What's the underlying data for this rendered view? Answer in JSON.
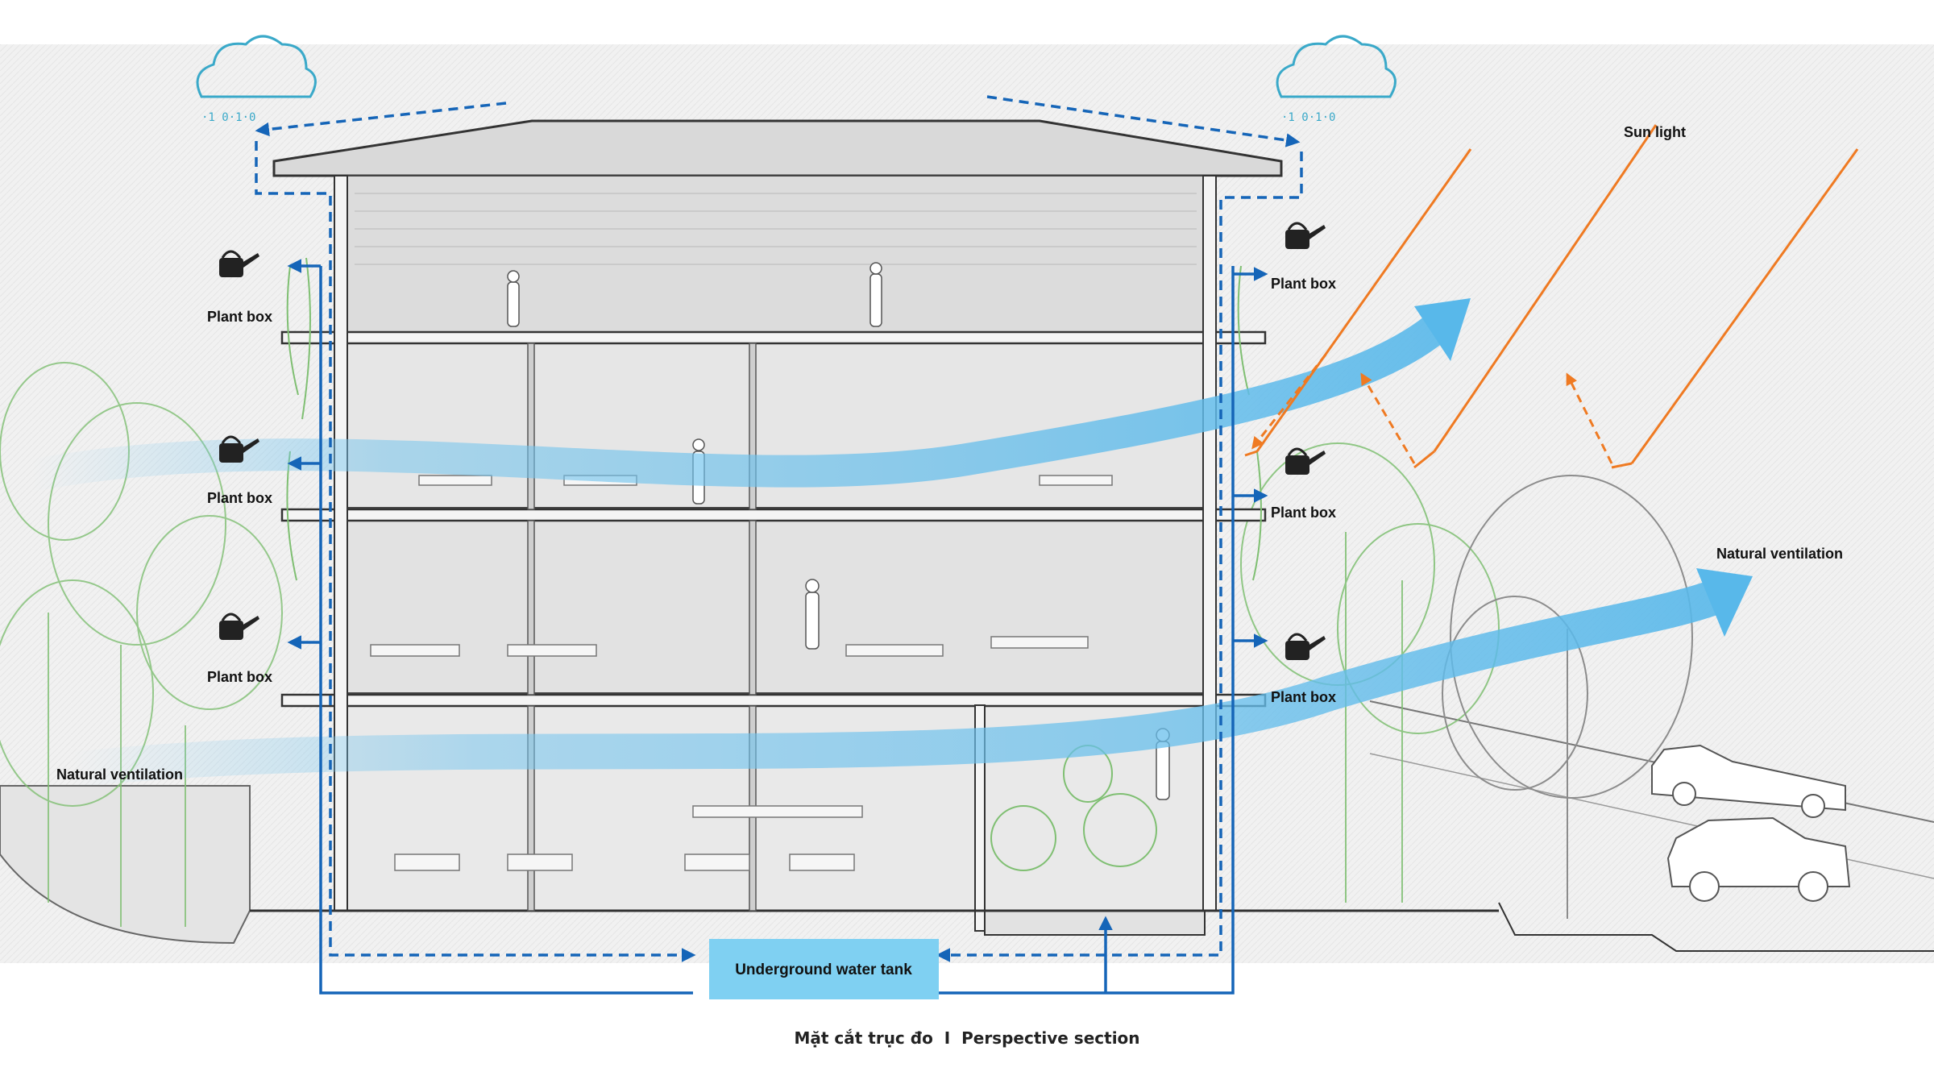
{
  "labels": {
    "plant_box": "Plant box",
    "sun_light": "Sun light",
    "natural_ventilation": "Natural ventilation",
    "underground_tank": "Underground water tank",
    "caption": "Mặt cắt trục đo  I  Perspective section"
  },
  "colors": {
    "water": "#1565b8",
    "sun": "#ef7a22",
    "air": "#78c6ee",
    "tank": "#7fd0f2",
    "cloud": "#3aa9c9",
    "vegetation": "#7fbf72"
  },
  "icons": {
    "rain": "rain-cloud-icon",
    "watering": "watering-can-icon"
  }
}
